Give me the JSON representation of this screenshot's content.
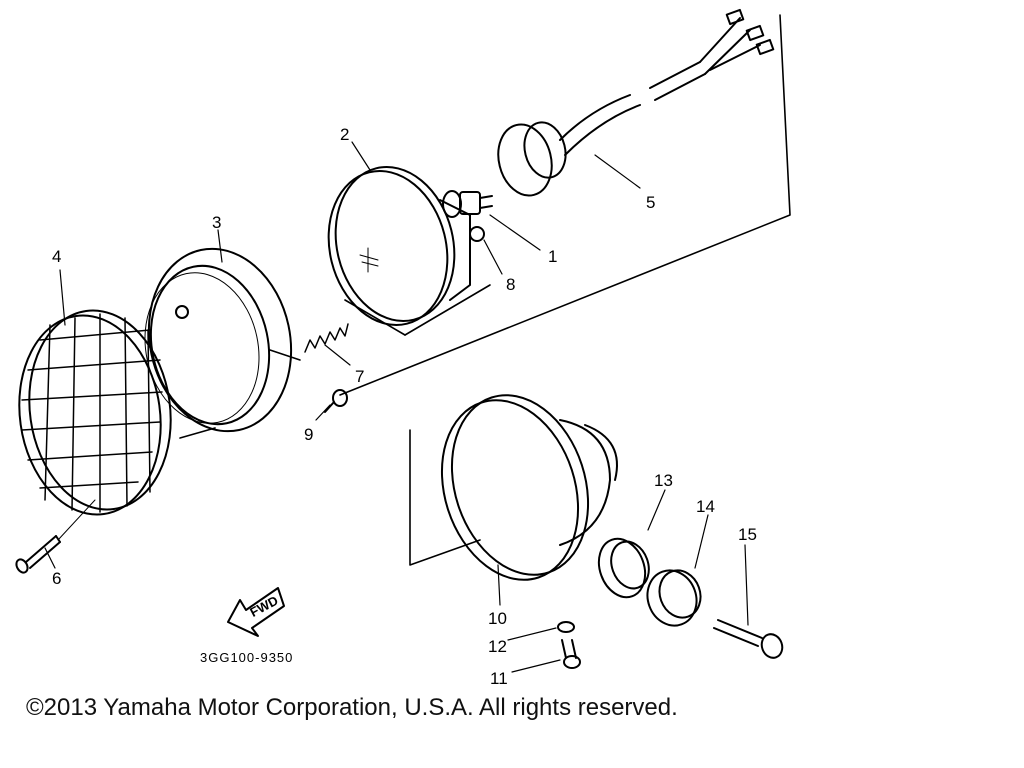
{
  "diagram": {
    "part_labels": [
      "1",
      "2",
      "3",
      "4",
      "5",
      "6",
      "7",
      "8",
      "9",
      "10",
      "11",
      "12",
      "13",
      "14",
      "15"
    ],
    "fwd_label": "FWD",
    "drawing_code": "3GG100-9350"
  },
  "footer": {
    "copyright": "©2013 Yamaha Motor Corporation, U.S.A. All rights reserved."
  }
}
